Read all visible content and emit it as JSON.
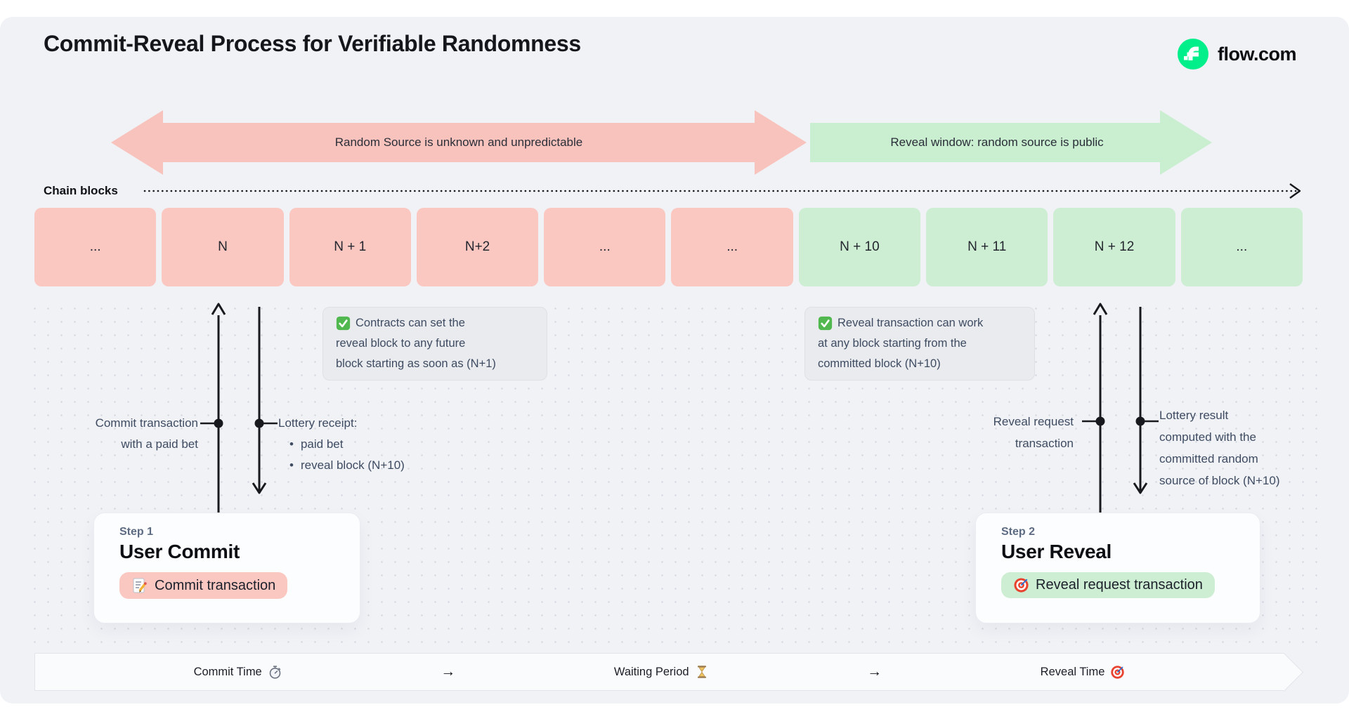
{
  "page": {
    "title": "Commit-Reveal Process for Verifiable Randomness",
    "brand": "flow.com"
  },
  "bands": {
    "red_label": "Random Source is unknown and unpredictable",
    "green_label": "Reveal window: random source is public"
  },
  "chain": {
    "label": "Chain blocks",
    "blocks": [
      {
        "label": "...",
        "state": "red"
      },
      {
        "label": "N",
        "state": "red"
      },
      {
        "label": "N + 1",
        "state": "red"
      },
      {
        "label": "N+2",
        "state": "red"
      },
      {
        "label": "...",
        "state": "red"
      },
      {
        "label": "...",
        "state": "red"
      },
      {
        "label": "N + 10",
        "state": "green"
      },
      {
        "label": "N + 11",
        "state": "green"
      },
      {
        "label": "N + 12",
        "state": "green"
      },
      {
        "label": "...",
        "state": "green"
      }
    ]
  },
  "notes": {
    "commit_note": {
      "icon": "check-icon",
      "lines": [
        "Contracts can set the",
        "reveal block to any future",
        "block starting as soon as (N+1)"
      ]
    },
    "reveal_note": {
      "icon": "check-icon",
      "lines": [
        "Reveal transaction can work",
        "at any block starting from the",
        "committed block (N+10)"
      ]
    }
  },
  "annotations": {
    "commit_label": [
      "Commit transaction",
      "with a paid bet"
    ],
    "receipt": {
      "title": "Lottery receipt:",
      "items": [
        "paid bet",
        "reveal block (N+10)"
      ]
    },
    "reveal_label": [
      "Reveal request",
      "transaction"
    ],
    "result": [
      "Lottery result",
      "computed with the",
      "committed random",
      "source of block (N+10)"
    ]
  },
  "steps": {
    "step1": {
      "eyebrow": "Step 1",
      "title": "User Commit",
      "pill": "Commit transaction",
      "pill_icon": "memo-icon"
    },
    "step2": {
      "eyebrow": "Step 2",
      "title": "User Reveal",
      "pill": "Reveal request transaction",
      "pill_icon": "target-icon"
    }
  },
  "timeline": {
    "items": [
      {
        "label": "Commit Time",
        "icon": "stopwatch-icon"
      },
      {
        "label": "→"
      },
      {
        "label": "Waiting Period",
        "icon": "hourglass-icon"
      },
      {
        "label": "→"
      },
      {
        "label": "Reveal Time",
        "icon": "target-icon"
      }
    ]
  },
  "colors": {
    "flow_green": "#00ef8b",
    "band_red": "#f9c3bd",
    "band_green": "#c9eed0",
    "red_block": "#fbc7c1",
    "green_block": "#cdeed3",
    "ink": "#17191e"
  }
}
